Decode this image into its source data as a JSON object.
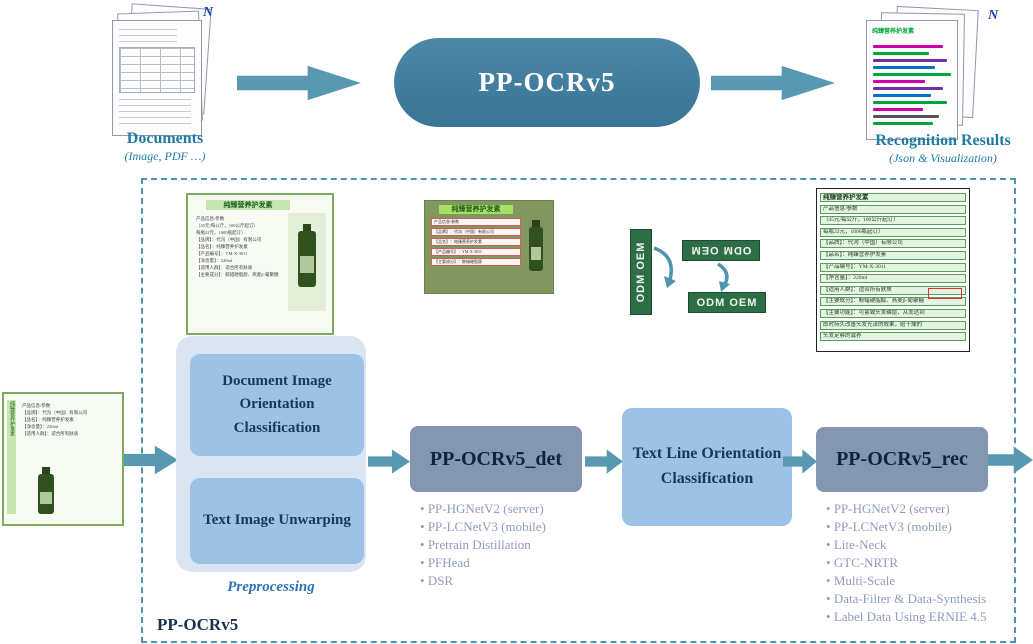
{
  "top": {
    "documents": {
      "n_label": "N",
      "title": "Documents",
      "subtitle": "(Image,  PDF …)"
    },
    "pipeline_label": "PP-OCRv5",
    "results": {
      "n_label": "N",
      "title": "Recognition Results",
      "subtitle": "(Json & Visualization)"
    }
  },
  "flow": {
    "container_label": "PP-OCRv5",
    "preprocessing": {
      "label": "Preprocessing",
      "steps": [
        "Document Image Orientation Classification",
        "Text Image Unwarping"
      ]
    },
    "det": {
      "label": "PP-OCRv5_det",
      "features": [
        "PP-HGNetV2 (server)",
        "PP-LCNetV3 (mobile)",
        "Pretrain Distillation",
        "PFHead",
        "DSR"
      ]
    },
    "textline": {
      "label": "Text Line Orientation Classification"
    },
    "rec": {
      "label": "PP-OCRv5_rec",
      "features": [
        "PP-HGNetV2 (server)",
        "PP-LCNetV3 (mobile)",
        "Lite-Neck",
        "GTC-NRTR",
        "Multi-Scale",
        "Data-Filter & Data-Synthesis",
        "Label Data Using ERNIE 4.5"
      ]
    }
  },
  "samples": {
    "product_title": "纯臻营养护发素",
    "original_lines": [
      "产品信息/参数",
      "（45元/每公斤，100公斤起订）",
      "每瓶22元，1000瓶起订）",
      "【品牌】：代沟（中国）有限公司",
      "【品名】：纯臻营养护发素",
      "【产品编号】：YM-X-3011",
      "【净含量】：220ml",
      "【适用人群】：适合所有肤质",
      "【主要成分】：鲸蜡硬脂醇、燕麦β-葡聚糖"
    ],
    "detection_lines": [
      "产品信息/参数",
      "【品牌】：代沟（中国）有限公司",
      "【品名】：纯臻营养护发素",
      "【产品编号】：YM-X-3011",
      "【主要成分】：鲸蜡硬脂醇"
    ],
    "orientation_labels": [
      "ODM OEM",
      "ODM OEM",
      "ODM OEM"
    ],
    "recognition_lines": [
      "纯臻营养护发素",
      "产品信息/参数",
      "（45元/每公斤，100公斤起订）",
      "每瓶22元，1000瓶起订）",
      "【品牌】：代沟（中国）有限公司",
      "【品名】：纯臻营养护发素",
      "【产品编号】：YM-X-3011",
      "【净含量】：220ml",
      "【适用人群】：适合所有肤质",
      "【主要成分】：鲸蜡硬脂醇、燕麦β-葡聚糖",
      "【主要功能】：可紧致头发磷层，从而达到",
      "即时持久改善头发光泽的效果，给干燥的",
      "头发足够的滋养"
    ],
    "input_lines": [
      "产品信息/参数",
      "【品牌】：代沟（中国）有限公司",
      "【品名】：纯臻营养护发素",
      "【净含量】：220ml",
      "【适用人群】：适合所有肤质"
    ]
  },
  "colors": {
    "accent_teal": "#5898b1",
    "pill_blue": "#3f7b9d",
    "node_blue": "#9cc2e5",
    "node_gray": "#8496b0",
    "title_teal": "#1e7ca3",
    "navy_text": "#17375e",
    "green_border": "#7cab5f",
    "odm_green": "#2e6e46"
  }
}
